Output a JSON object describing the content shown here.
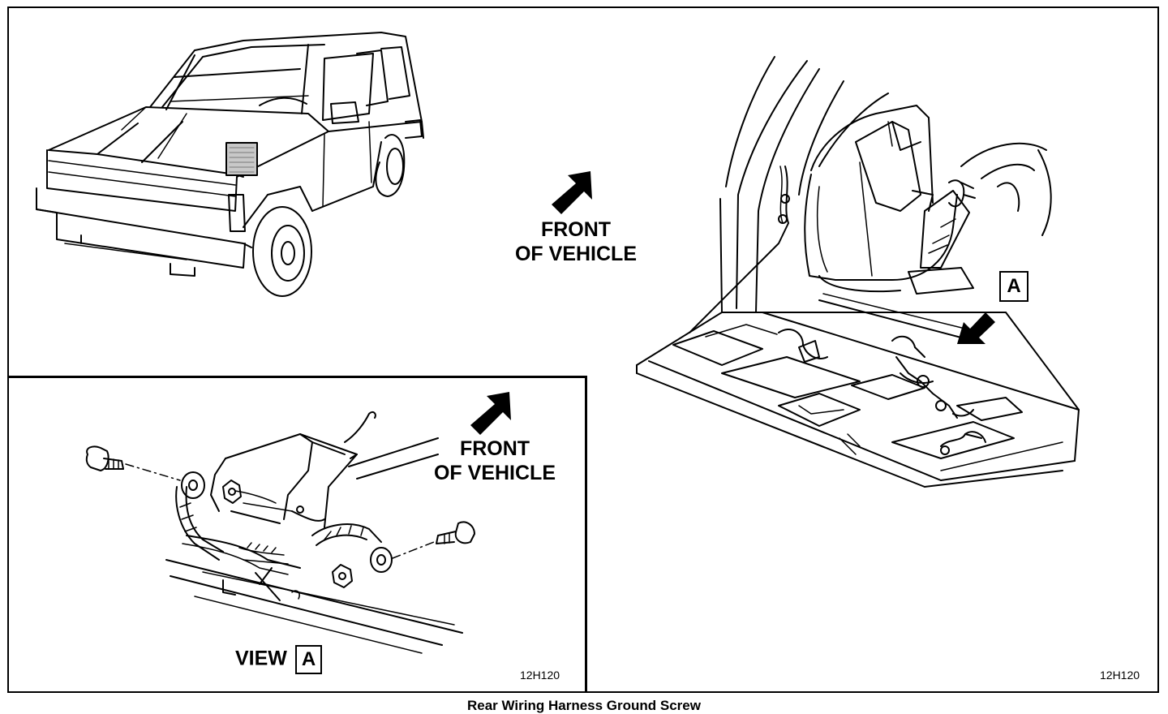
{
  "overview": {
    "front_label_line1": "FRONT",
    "front_label_line2": "OF VEHICLE",
    "callout": "A",
    "figure_code": "12H120"
  },
  "detail_view": {
    "front_label_line1": "FRONT",
    "front_label_line2": "OF VEHICLE",
    "view_label": "VIEW",
    "view_callout": "A",
    "figure_code": "12H120"
  },
  "caption": "Rear Wiring Harness Ground Screw"
}
